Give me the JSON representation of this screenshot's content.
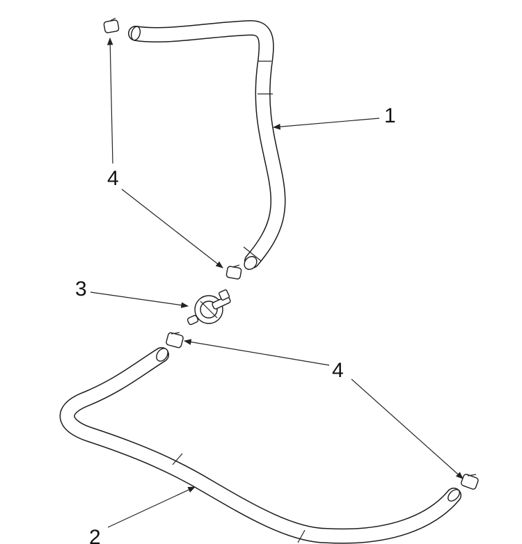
{
  "diagram": {
    "callouts": {
      "hose_upper": "1",
      "hose_lower": "2",
      "valve": "3",
      "clamp_upper": "4",
      "clamp_lower": "4"
    },
    "colors": {
      "line": "#1a1a1a",
      "background": "#ffffff"
    }
  }
}
